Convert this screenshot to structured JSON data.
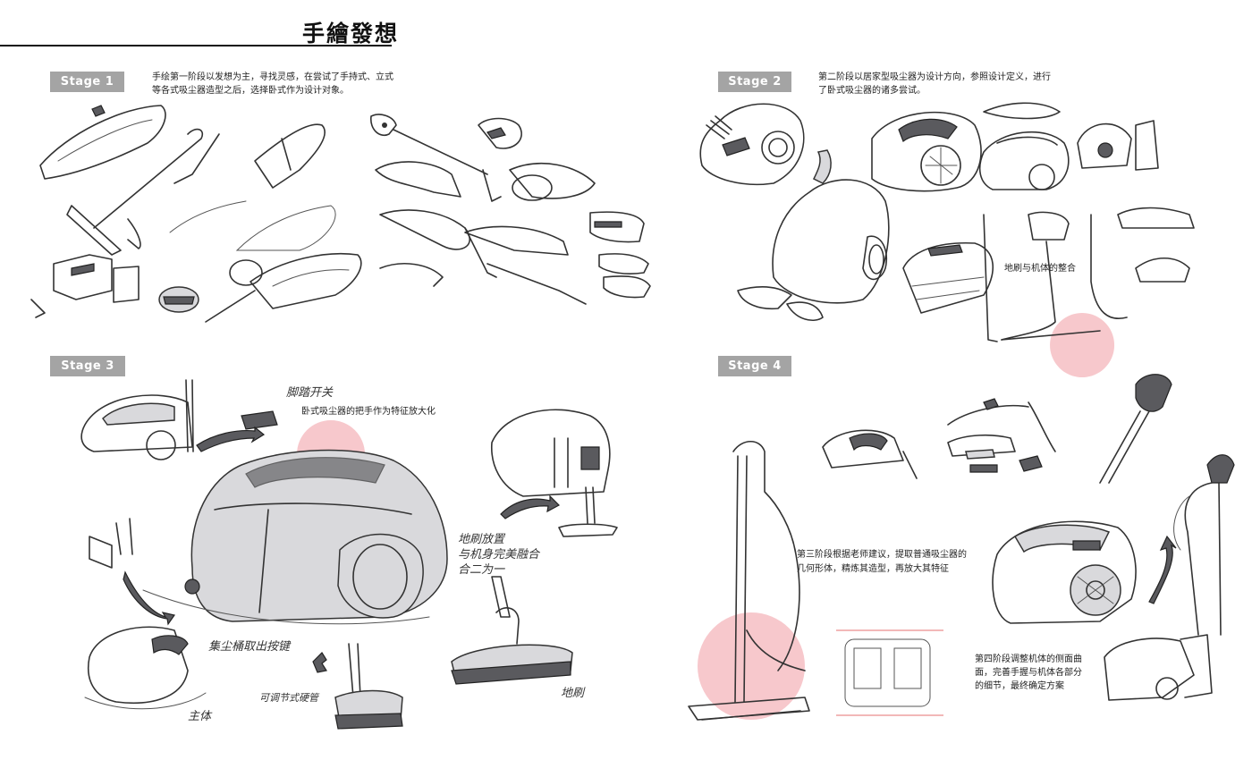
{
  "page": {
    "title": "手繪發想"
  },
  "stages": [
    {
      "label": "Stage   1",
      "description_lines": [
        "手绘第一阶段以发想为主，寻找灵感，在尝试了手持式、立式",
        "等各式吸尘器造型之后，选择卧式作为设计对象。"
      ]
    },
    {
      "label": "Stage   2",
      "description_lines": [
        "第二阶段以居家型吸尘器为设计方向，参照设计定义，进行",
        "了卧式吸尘器的诸多尝试。"
      ]
    },
    {
      "label": "Stage  3"
    },
    {
      "label": "Stage   4"
    }
  ],
  "annotations": {
    "stage2_floor_brush": "地刷与机体的整合",
    "stage3_pedal_switch": "脚踏开关",
    "stage3_handle_feature": "卧式吸尘器的把手作为特征放大化",
    "stage3_brush_storage_lines": [
      "地刷放置",
      "与机身完美融合",
      "合二为一"
    ],
    "stage3_cord_button": "集尘桶取出按键",
    "stage3_adjustable_tube": "可调节式硬管",
    "stage3_floor_brush": "地刷",
    "stage3_body": "主体",
    "stage4_teacher_advice_lines": [
      "第三阶段根据老师建议，提取普通吸尘器的",
      "几何形体，精炼其造型，再放大其特征"
    ],
    "stage4_final_lines": [
      "第四阶段调整机体的侧面曲",
      "面，完善手握与机体各部分",
      "的细节，最终确定方案"
    ]
  },
  "colors": {
    "stage_label_bg": "#a4a4a4",
    "highlight_circle": "#f1a3aa",
    "title_rule": "#111111"
  }
}
